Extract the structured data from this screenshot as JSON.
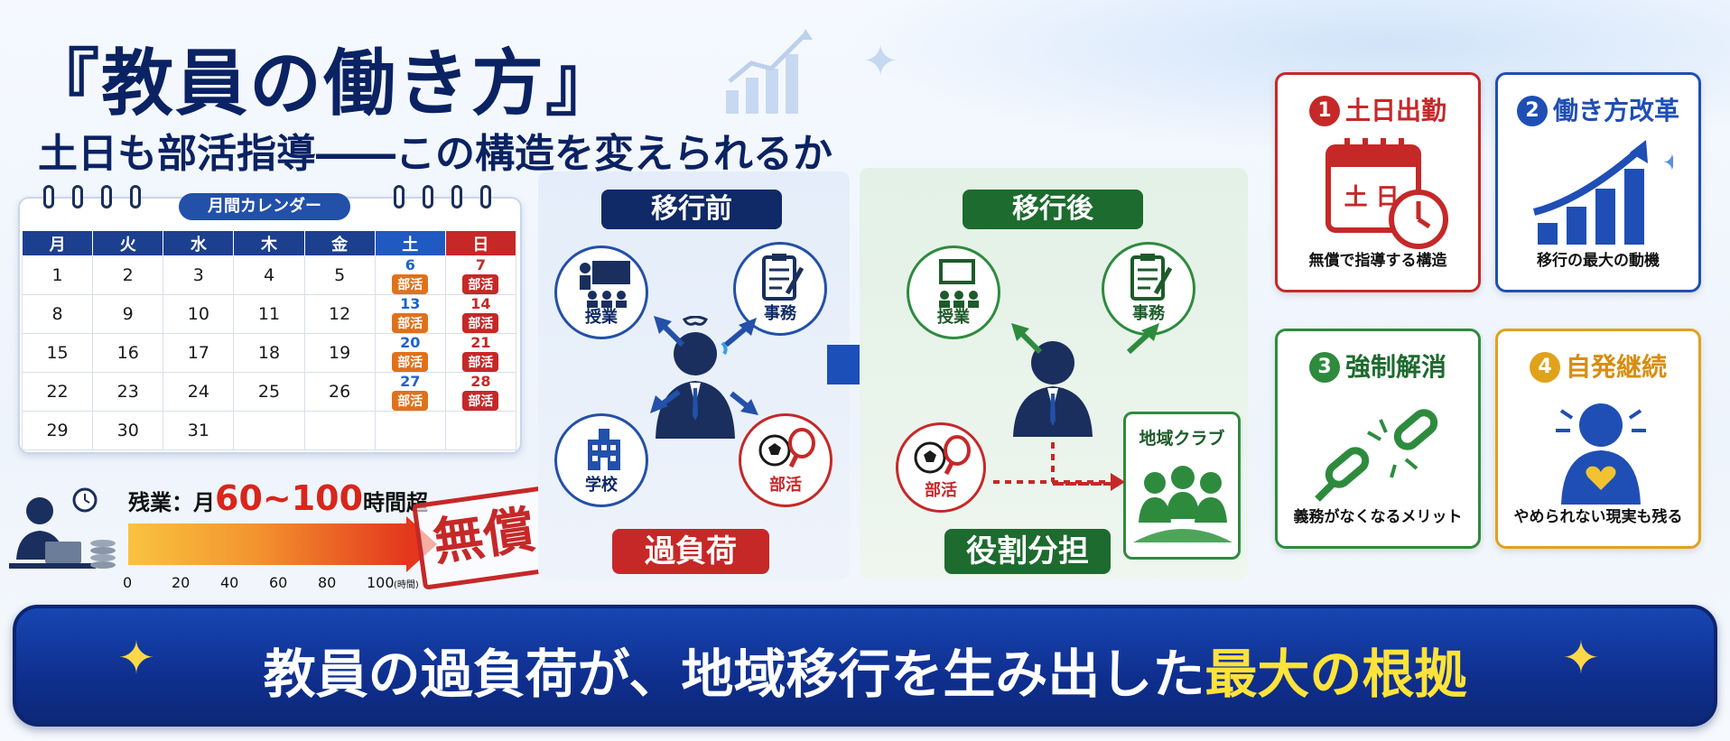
{
  "header": {
    "title": "『教員の働き方』",
    "subtitle": "土日も部活指導――この構造を変えられるか"
  },
  "calendar": {
    "title": "月間カレンダー",
    "weekdays": [
      "月",
      "火",
      "水",
      "木",
      "金",
      "土",
      "日"
    ],
    "weeks": [
      [
        "1",
        "2",
        "3",
        "4",
        "5",
        "6",
        "7"
      ],
      [
        "8",
        "9",
        "10",
        "11",
        "12",
        "13",
        "14"
      ],
      [
        "15",
        "16",
        "17",
        "18",
        "19",
        "20",
        "21"
      ],
      [
        "22",
        "23",
        "24",
        "25",
        "26",
        "27",
        "28"
      ],
      [
        "29",
        "30",
        "31",
        "",
        "",
        "",
        ""
      ]
    ],
    "weekend_tag": "部活"
  },
  "overtime": {
    "prefix": "残業：月",
    "range": "60~100",
    "suffix": "時間超",
    "stamp": "無償",
    "ticks": [
      "0",
      "20",
      "40",
      "60",
      "80",
      "100"
    ],
    "tick_unit": "(時間)"
  },
  "before": {
    "title": "移行前",
    "nodes": {
      "class": "授業",
      "office": "事務",
      "school": "学校",
      "club": "部活"
    },
    "result": "過負荷"
  },
  "after": {
    "title": "移行後",
    "nodes": {
      "class": "授業",
      "office": "事務",
      "club": "部活",
      "local": "地域クラブ"
    },
    "result": "役割分担"
  },
  "cards": [
    {
      "num": "1",
      "title": "土日出勤",
      "desc": "無償で指導する構造",
      "color": "#c62828",
      "icon_text": "土 日"
    },
    {
      "num": "2",
      "title": "働き方改革",
      "desc": "移行の最大の動機",
      "color": "#1f4fb5"
    },
    {
      "num": "3",
      "title": "強制解消",
      "desc": "義務がなくなるメリット",
      "color": "#2e8b3e"
    },
    {
      "num": "4",
      "title": "自発継続",
      "desc": "やめられない現実も残る",
      "color": "#e0a21b"
    }
  ],
  "banner": {
    "text_main": "教員の過負荷が、地域移行を生み出した",
    "text_highlight": "最大の根拠"
  }
}
